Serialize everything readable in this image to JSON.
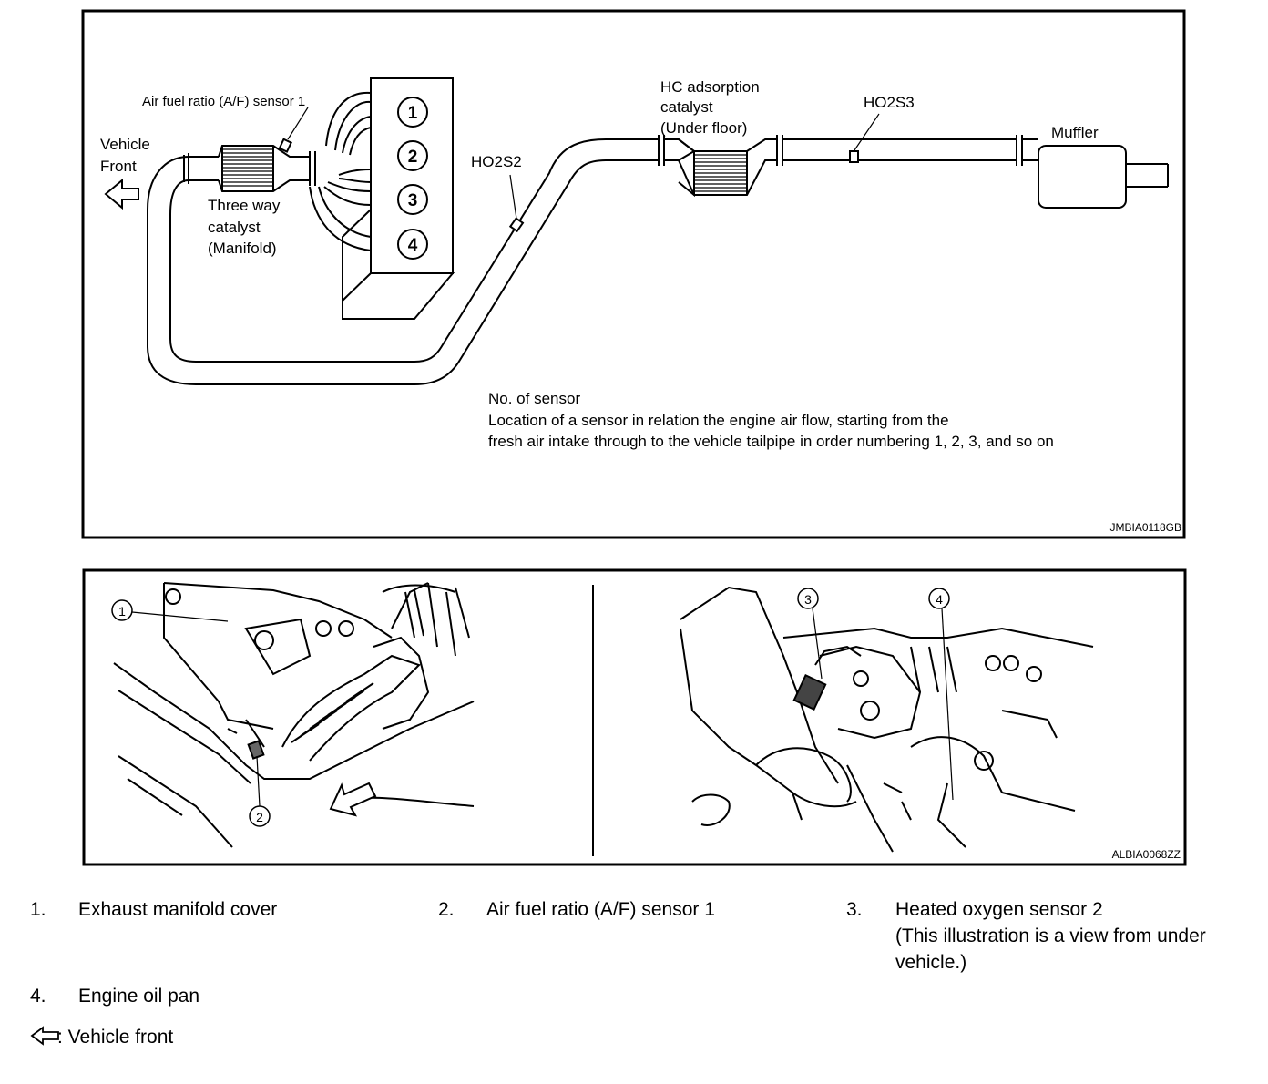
{
  "diagram1": {
    "labels": {
      "af_sensor": "Air fuel ratio (A/F) sensor 1",
      "vehicle": "Vehicle",
      "front": "Front",
      "twc_line1": "Three way",
      "twc_line2": "catalyst",
      "twc_line3": "(Manifold)",
      "ho2s2": "HO2S2",
      "hc_line1": "HC adsorption",
      "hc_line2": "catalyst",
      "hc_line3": "(Under floor)",
      "ho2s3": "HO2S3",
      "muffler": "Muffler",
      "cyl1": "1",
      "cyl2": "2",
      "cyl3": "3",
      "cyl4": "4"
    },
    "note_title": "No. of sensor",
    "note_line1": "Location of a sensor in relation the engine air flow, starting from the",
    "note_line2": "fresh air intake through to the vehicle tailpipe in order numbering 1, 2, 3, and so on",
    "code": "JMBIA0118GB"
  },
  "diagram2": {
    "callouts": [
      "1",
      "2",
      "3",
      "4"
    ],
    "code": "ALBIA0068ZZ"
  },
  "legend": [
    {
      "num": "1.",
      "text": "Exhaust manifold cover"
    },
    {
      "num": "2.",
      "text": "Air fuel ratio (A/F) sensor 1"
    },
    {
      "num": "3.",
      "text": "Heated oxygen sensor 2",
      "text2": "(This illustration is a view from under",
      "text3": "vehicle.)"
    },
    {
      "num": "4.",
      "text": "Engine oil pan"
    }
  ],
  "front_note": ": Vehicle front",
  "icons": [
    "arrow-left-icon"
  ]
}
